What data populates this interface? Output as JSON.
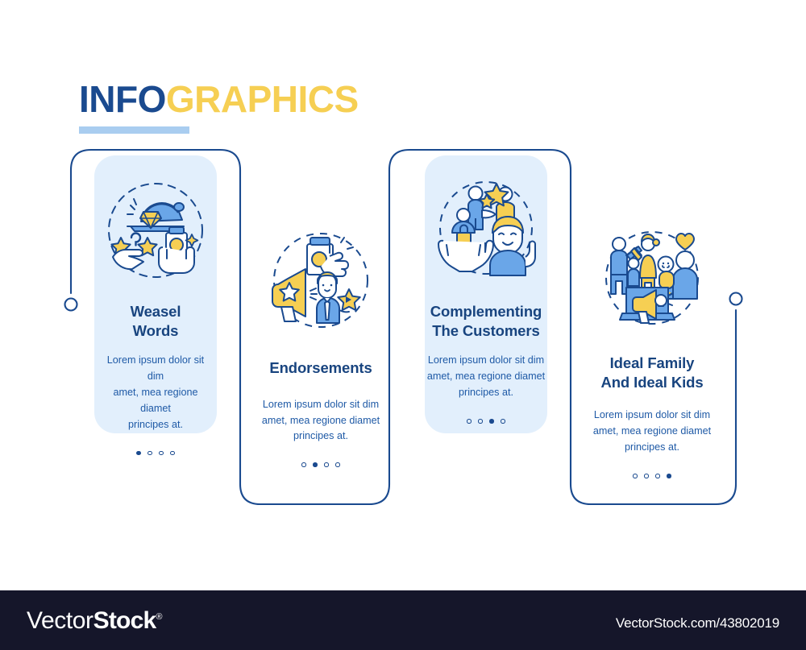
{
  "header": {
    "title_part1": "INFO",
    "title_part2": "GRAPHICS",
    "accent_navy": "#1a4a8f",
    "accent_yellow": "#f6cf53",
    "underline_color": "#a9cdf0"
  },
  "theme": {
    "navy": "#18447f",
    "blue": "#1f5aa6",
    "light_blue_fill": "#e2effc",
    "icon_blue": "#6aa6e8",
    "icon_yellow": "#f6cf53",
    "white": "#ffffff",
    "footer_bg": "#15162a"
  },
  "cards": [
    {
      "index": 1,
      "title": "Weasel\nWords",
      "body": "Lorem ipsum dolor sit dim\namet, mea regione diamet\nprincipes at.",
      "icon": "cloche-gem-stars-hands-icon",
      "style": "filled",
      "dots": {
        "total": 4,
        "active": 1
      }
    },
    {
      "index": 2,
      "title": "Endorsements",
      "body": "Lorem ipsum dolor sit dim\namet, mea regione diamet\nprincipes at.",
      "icon": "megaphone-star-businessman-icon",
      "style": "plain",
      "dots": {
        "total": 4,
        "active": 2
      }
    },
    {
      "index": 3,
      "title": "Complementing\nThe Customers",
      "body": "Lorem ipsum dolor sit dim\namet, mea regione diamet\nprincipes at.",
      "icon": "customers-stars-hands-icon",
      "style": "filled",
      "dots": {
        "total": 4,
        "active": 3
      }
    },
    {
      "index": 4,
      "title": "Ideal Family\nAnd Ideal Kids",
      "body": "Lorem ipsum dolor sit dim\namet, mea regione diamet\nprincipes at.",
      "icon": "family-baby-laptop-megaphone-icon",
      "style": "plain",
      "dots": {
        "total": 4,
        "active": 4
      }
    }
  ],
  "footer": {
    "logo_part1": "Vector",
    "logo_part2": "Stock",
    "logo_mark": "®",
    "url": "VectorStock.com/43802019"
  }
}
